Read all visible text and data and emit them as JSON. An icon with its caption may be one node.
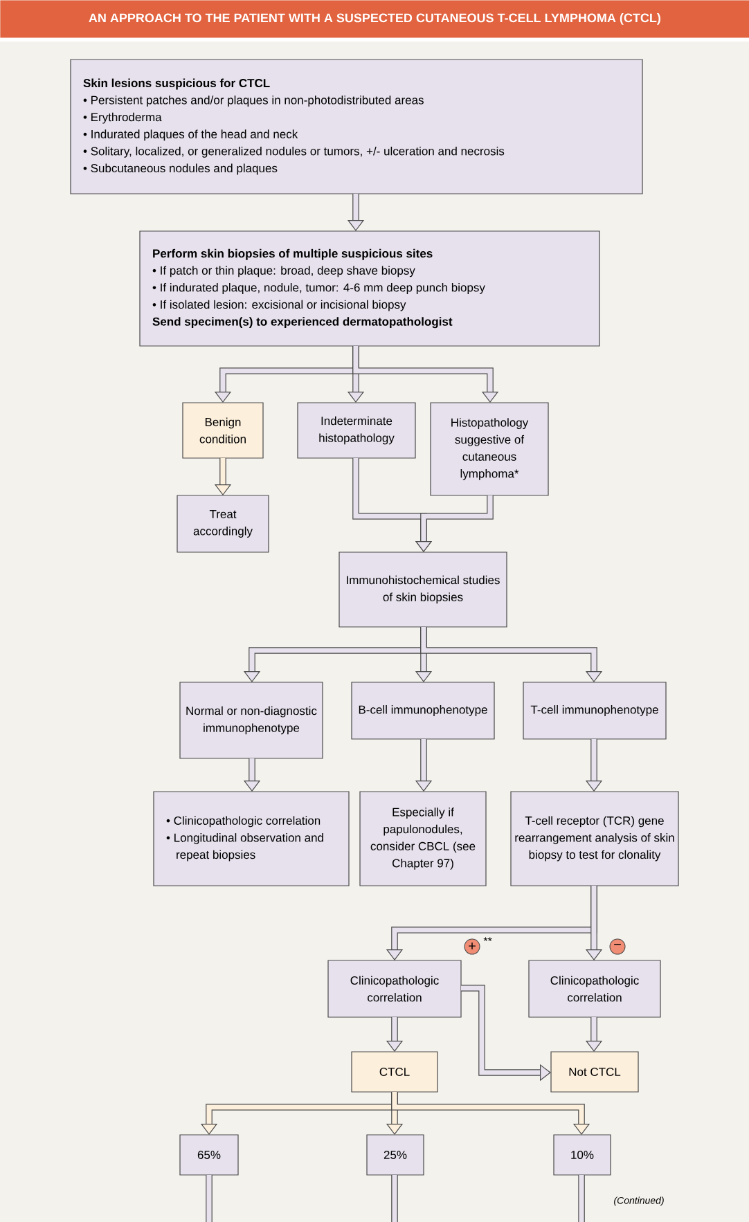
{
  "diagram": {
    "title": "AN APPROACH TO THE PATIENT WITH A SUSPECTED CUTANEOUS T-CELL LYMPHOMA (CTCL)",
    "nodes": [
      {
        "text": [
          "Skin lesions suspicious for CTCL",
          "• Persistent patches and/or plaques in non-photodistributed areas",
          "• Erythroderma",
          "• Indurated plaques of the head and neck",
          "• Solitary, localized, or generalized nodules or tumors, +/- ulceration and necrosis",
          "• Subcutaneous nodules and plaques"
        ]
      },
      {
        "text": [
          "Perform skin biopsies of multiple suspicious sites",
          "• If patch or thin plaque: broad, deep shave biopsy",
          "• If indurated plaque, nodule, tumor: 4-6 mm deep punch biopsy",
          "• If isolated lesion: excisional or incisional biopsy",
          "Send specimen(s) to experienced dermatopathologist"
        ]
      },
      {
        "text": [
          "Benign condition"
        ]
      },
      {
        "text": [
          "Indeterminate histopathology"
        ]
      },
      {
        "text": [
          "Histopathology suggestive of cutaneous lymphoma*"
        ]
      },
      {
        "text": [
          "Treat accordingly"
        ]
      },
      {
        "text": [
          "Immunohistochemical studies of skin biopsies"
        ]
      },
      {
        "text": [
          "Normal or non-diagnostic immunophenotype"
        ]
      },
      {
        "text": [
          "B-cell immunophenotype"
        ]
      },
      {
        "text": [
          "T-cell immunophenotype"
        ]
      },
      {
        "text": [
          "• Clinicopathologic correlation",
          "• Longitudinal observation and repeat biopsies"
        ]
      },
      {
        "text": [
          "Especially if papulonodules, consider CBCL (see Chapter 97)"
        ]
      },
      {
        "text": [
          "T-cell receptor (TCR) gene rearrangement analysis of skin biopsy to test for clonality"
        ]
      },
      {
        "text": [
          "Clinicopathologic correlation"
        ]
      },
      {
        "text": [
          "Clinicopathologic correlation"
        ]
      },
      {
        "text": [
          "CTCL"
        ]
      },
      {
        "text": [
          "Not CTCL"
        ]
      },
      {
        "text": [
          "65%"
        ]
      },
      {
        "text": [
          "25%"
        ]
      },
      {
        "text": [
          "10%"
        ]
      }
    ],
    "edges": [
      {
        "from": 0,
        "to": 1,
        "arrow": "to"
      },
      {
        "from": 1,
        "to": 2,
        "arrow": "to"
      },
      {
        "from": 1,
        "to": 3,
        "arrow": "to"
      },
      {
        "from": 1,
        "to": 4,
        "arrow": "to"
      },
      {
        "from": 2,
        "to": 5,
        "arrow": "to"
      },
      {
        "from": 3,
        "to": 6,
        "arrow": "to"
      },
      {
        "from": 4,
        "to": 6,
        "arrow": "to"
      },
      {
        "from": 6,
        "to": 7,
        "arrow": "to"
      },
      {
        "from": 6,
        "to": 8,
        "arrow": "to"
      },
      {
        "from": 6,
        "to": 9,
        "arrow": "to"
      },
      {
        "from": 7,
        "to": 10,
        "arrow": "to"
      },
      {
        "from": 8,
        "to": 11,
        "arrow": "to"
      },
      {
        "from": 9,
        "to": 12,
        "arrow": "to"
      },
      {
        "from": 12,
        "to": 13,
        "arrow": "to",
        "label": "+"
      },
      {
        "from": 12,
        "to": 14,
        "arrow": "to",
        "label": "−"
      },
      {
        "from": 13,
        "to": 15,
        "arrow": "to"
      },
      {
        "from": 13,
        "to": 16,
        "arrow": "to"
      },
      {
        "from": 14,
        "to": 16,
        "arrow": "to"
      },
      {
        "from": 15,
        "to": 17,
        "arrow": "to"
      },
      {
        "from": 15,
        "to": 18,
        "arrow": "to"
      },
      {
        "from": 15,
        "to": 19,
        "arrow": "to"
      },
      {
        "from": 17,
        "to": null,
        "arrow": "none"
      },
      {
        "from": 18,
        "to": null,
        "arrow": "none"
      },
      {
        "from": 19,
        "to": null,
        "arrow": "none"
      }
    ],
    "labels": [
      "**",
      "(Continued)"
    ]
  }
}
